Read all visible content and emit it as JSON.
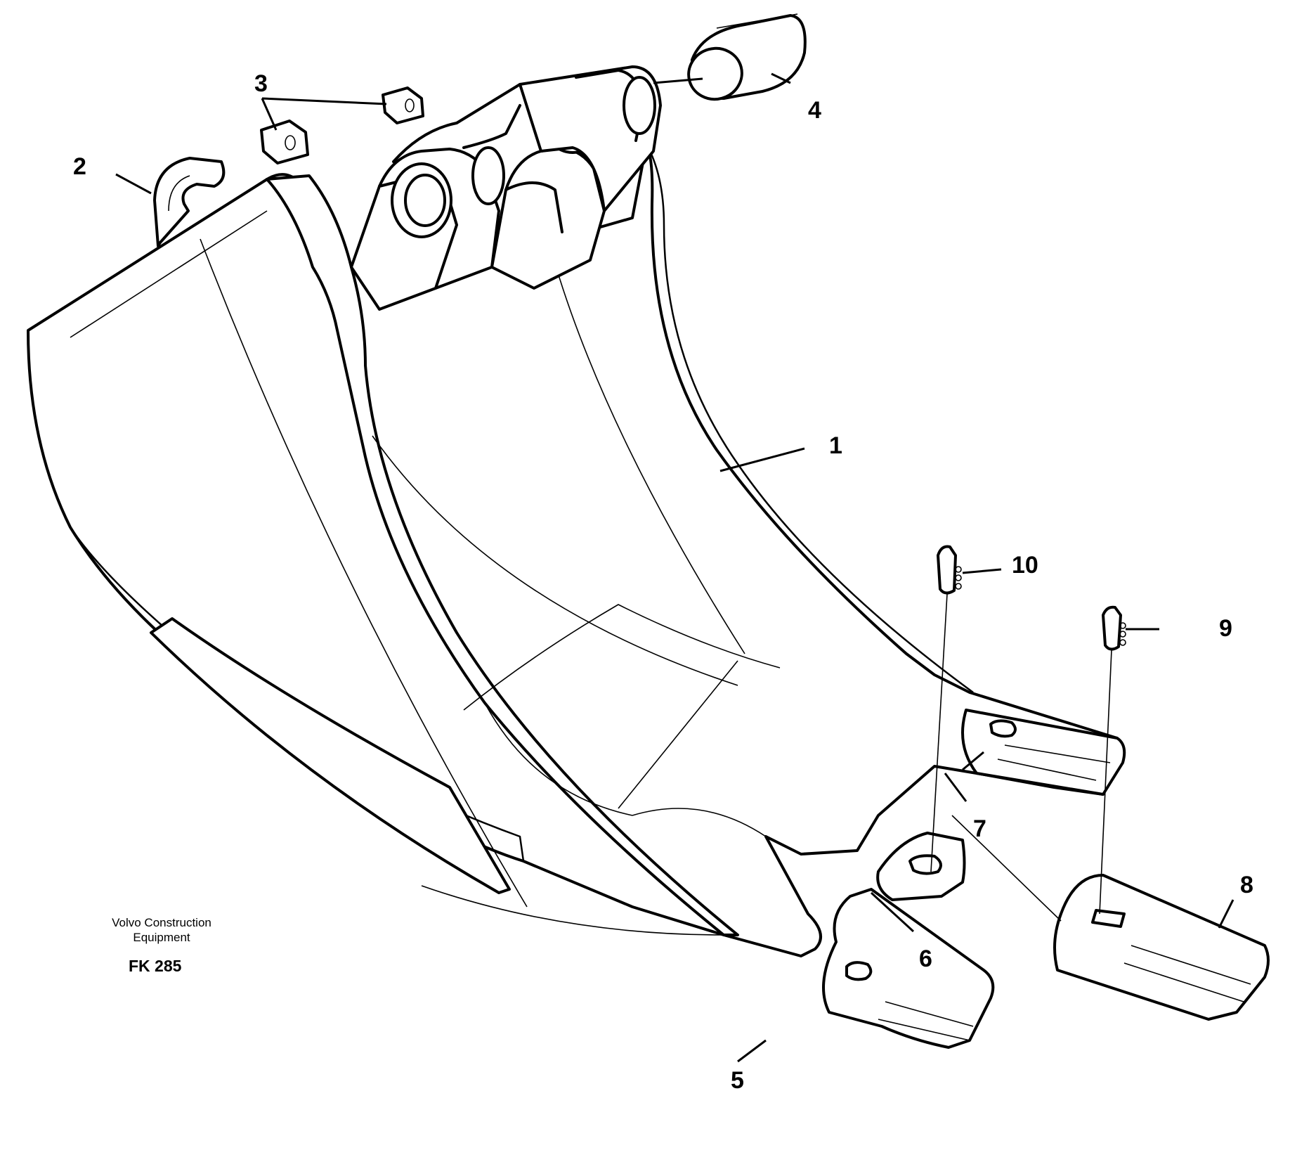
{
  "diagram": {
    "callouts": {
      "c1": "1",
      "c2": "2",
      "c3": "3",
      "c4": "4",
      "c5": "5",
      "c6": "6",
      "c7": "7",
      "c8": "8",
      "c9": "9",
      "c10": "10"
    },
    "caption_line1": "Volvo Construction",
    "caption_line2": "Equipment",
    "figure_code": "FK 285",
    "colors": {
      "line": "#000000",
      "background": "#ffffff"
    }
  }
}
